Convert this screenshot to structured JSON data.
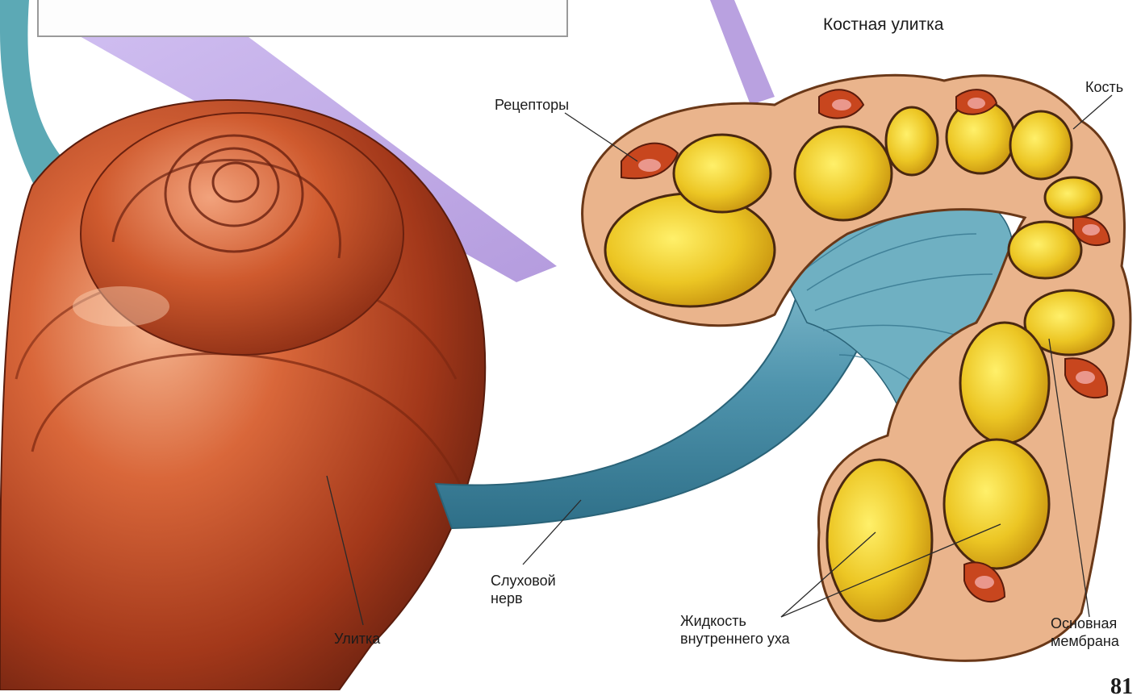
{
  "title": "Костная улитка",
  "labels": {
    "receptors": "Рецепторы",
    "bone": "Кость",
    "nerve_line1": "Слуховой",
    "nerve_line2": "нерв",
    "cochlea": "Улитка",
    "fluid_line1": "Жидкость",
    "fluid_line2": "внутреннего уха",
    "membrane_line1": "Основная",
    "membrane_line2": "мембрана"
  },
  "page_number": "81",
  "colors": {
    "cochlea_shell": "#c2461d",
    "cochlea_highlight": "#f0a882",
    "nerve": "#4f94ad",
    "bone": "#eab48c",
    "fluid": "#e6c21f",
    "duct": "#c8461e",
    "background_stripe_teal": "#3f9aa8",
    "background_stripe_purple": "#b59ce0"
  }
}
